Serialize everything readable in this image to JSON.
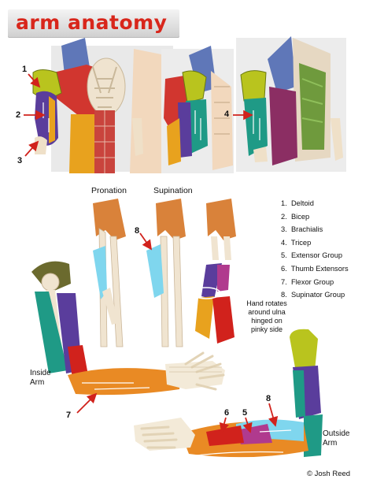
{
  "title": "arm anatomy",
  "legend": [
    {
      "number": "1.",
      "label": "Deltoid"
    },
    {
      "number": "2.",
      "label": "Bicep"
    },
    {
      "number": "3.",
      "label": "Brachialis"
    },
    {
      "number": "4.",
      "label": "Tricep"
    },
    {
      "number": "5.",
      "label": "Extensor Group"
    },
    {
      "number": "6.",
      "label": "Thumb Extensors"
    },
    {
      "number": "7.",
      "label": "Flexor Group"
    },
    {
      "number": "8.",
      "label": "Supinator Group"
    }
  ],
  "headings": {
    "pronation": "Pronation",
    "supination": "Supination"
  },
  "note": "Hand rotates around ulna hinged on pinky side",
  "inside_arm": {
    "line1": "Inside",
    "line2": "Arm"
  },
  "outside_arm": {
    "line1": "Outside",
    "line2": "Arm"
  },
  "callouts": {
    "c1": "1",
    "c2": "2",
    "c3": "3",
    "c4": "4",
    "c5": "5",
    "c6": "6",
    "c7": "7",
    "c8a": "8",
    "c8b": "8"
  },
  "credit": "© Josh Reed",
  "colors": {
    "title": "#d8261b",
    "deltoid": "#b9c41e",
    "bicep": "#5a3d9c",
    "brachialis": "#e8a21e",
    "tricep": "#1f9a86",
    "extensor_group": "#b03a8e",
    "thumb_extensors": "#d1221c",
    "flexor_group": "#e98a24",
    "supinator_group": "#7fd6ee",
    "arrow": "#d1221c"
  }
}
